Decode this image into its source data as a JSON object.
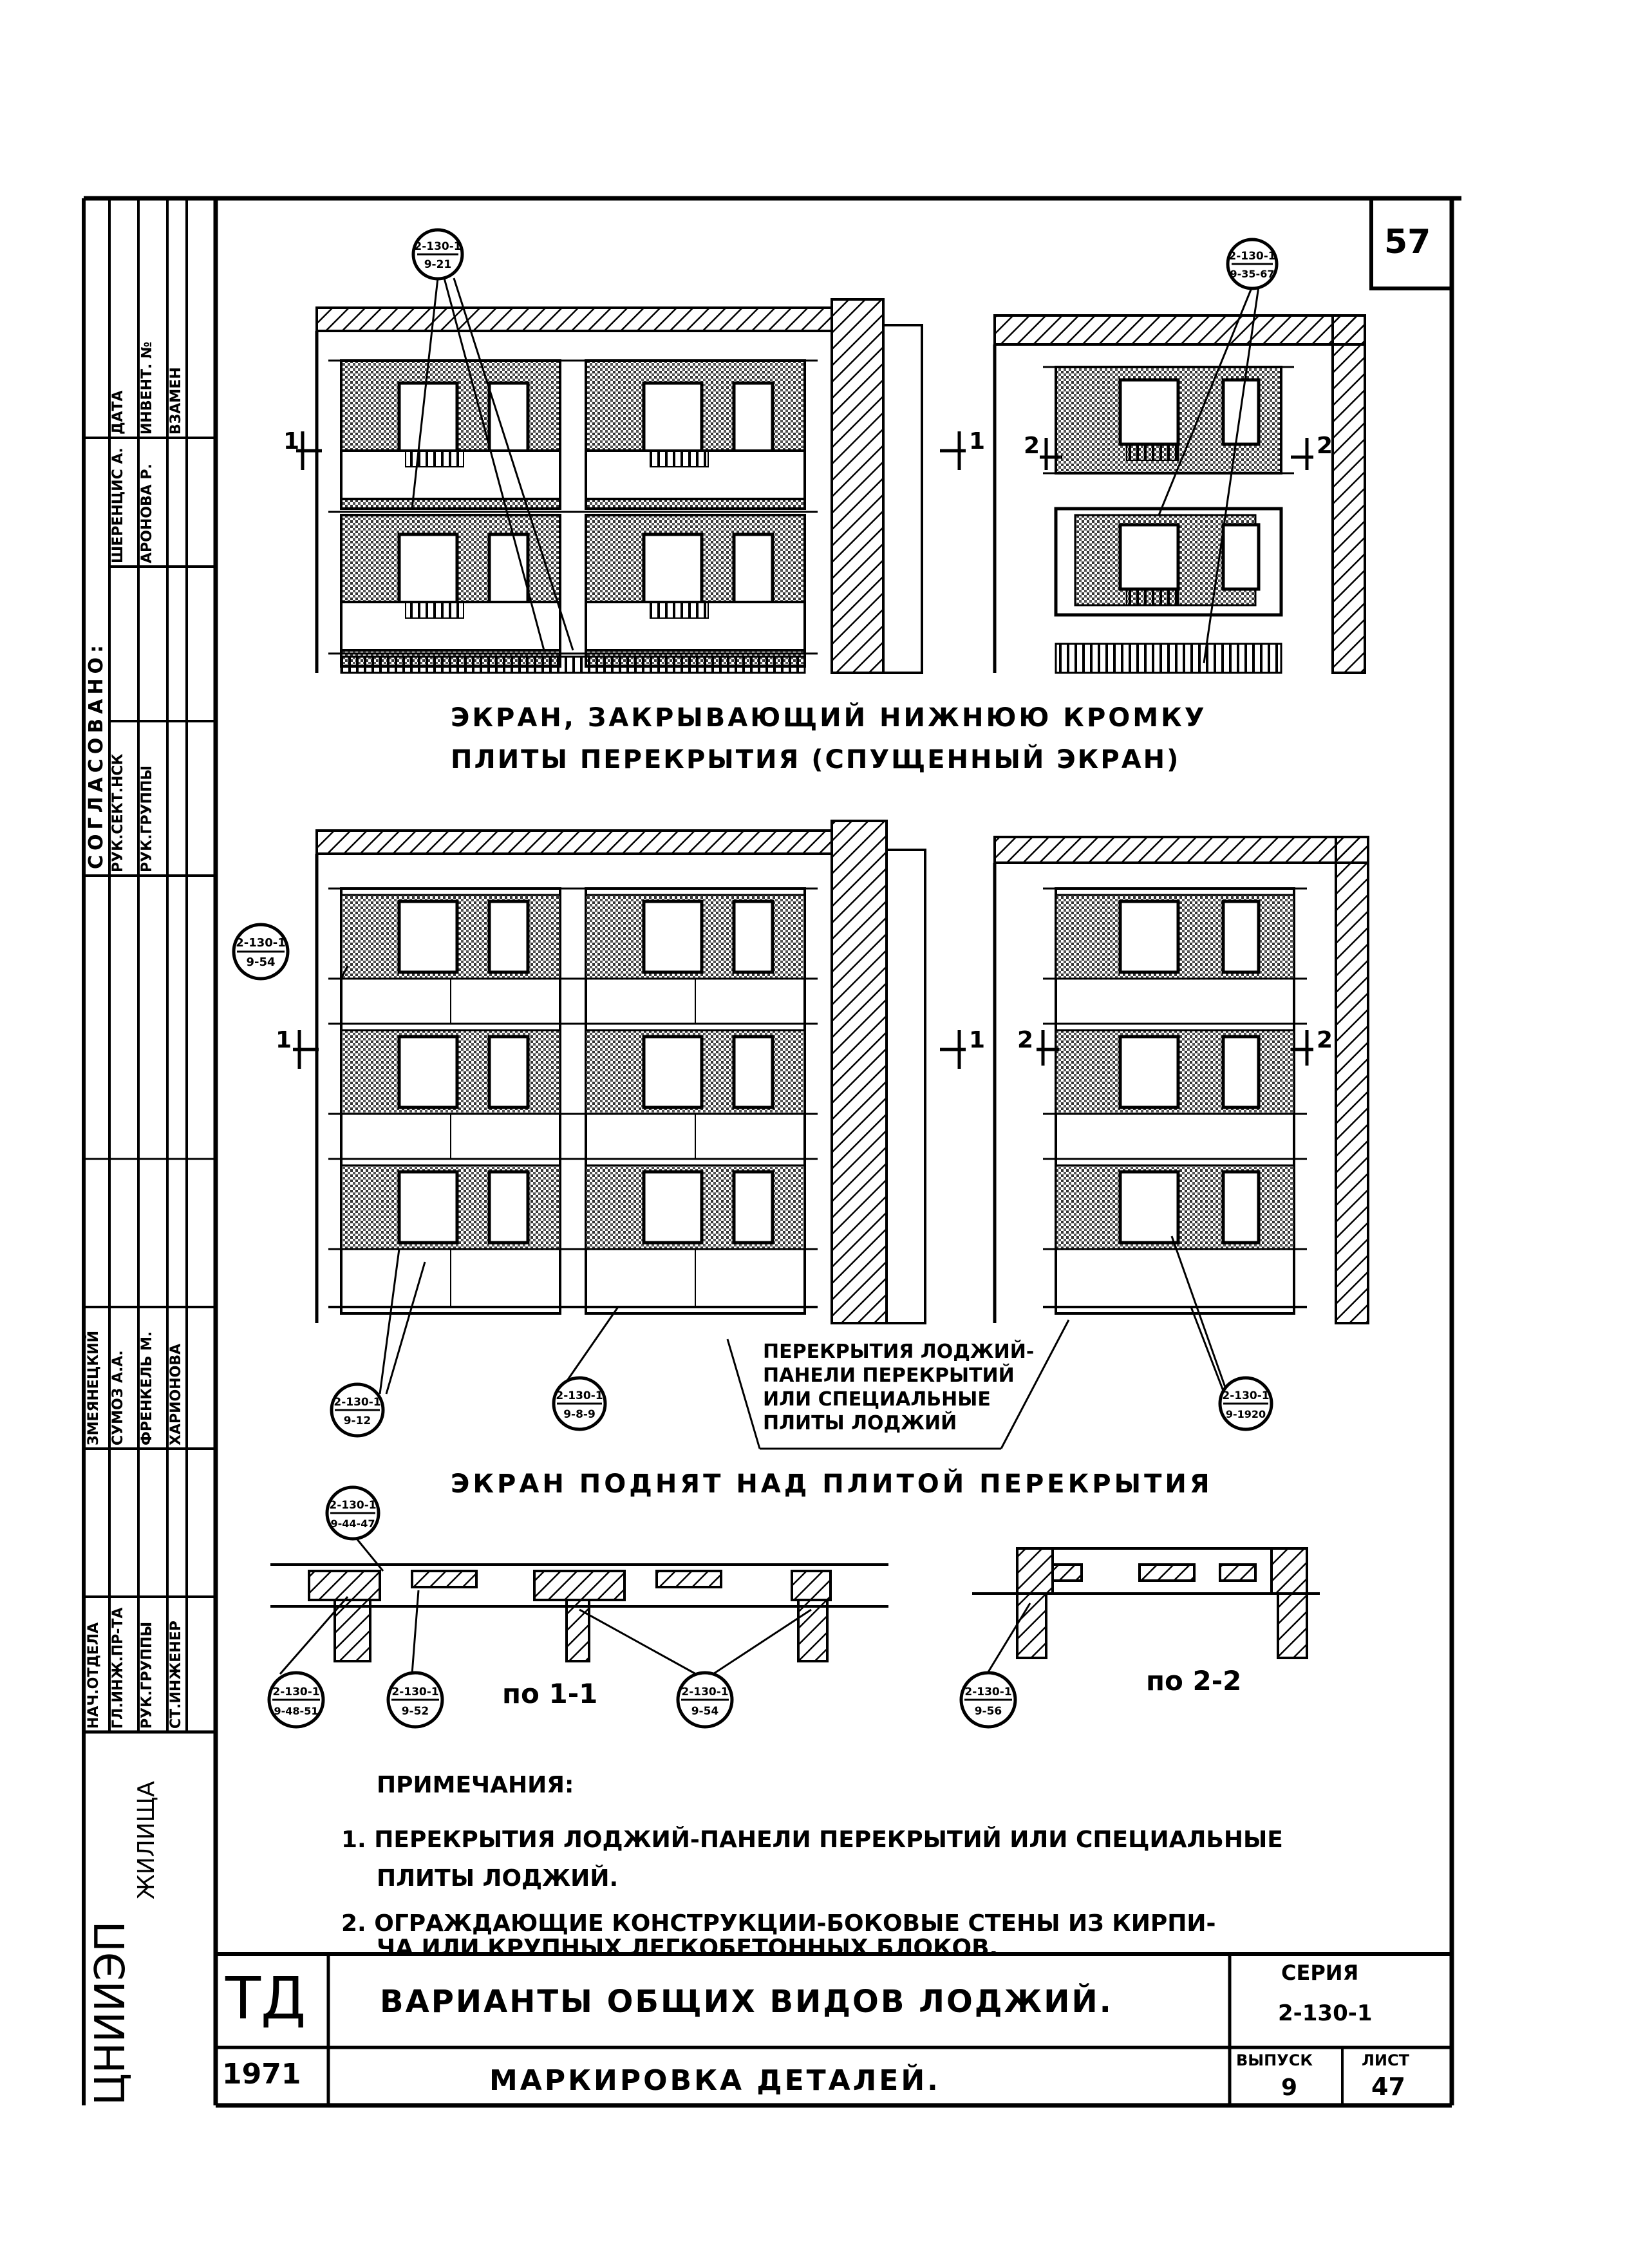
{
  "sheet_number": "57",
  "tags": {
    "top_left": [
      "2-130-1",
      "9-21"
    ],
    "top_right": [
      "2-130-1",
      "9-35-67"
    ],
    "mid_left": [
      "2-130-1",
      "9-54"
    ],
    "bottom_a": [
      "2-130-1",
      "9-12"
    ],
    "bottom_b": [
      "2-130-1",
      "9-8-9"
    ],
    "bottom_c": [
      "2-130-1",
      "9-1920"
    ],
    "plan_top": [
      "2-130-1",
      "9-44-47"
    ],
    "plan_a": [
      "2-130-1",
      "9-48-51"
    ],
    "plan_b": [
      "2-130-1",
      "9-52"
    ],
    "plan_c": [
      "2-130-1",
      "9-54"
    ],
    "plan_d": [
      "2-130-1",
      "9-56"
    ]
  },
  "section_marks": {
    "one": "1",
    "two": "2"
  },
  "captions": {
    "top_line1": "Экран, закрывающий нижнюю кромку",
    "top_line2": "плиты перекрытия (спущенный экран)",
    "middle": "Экран поднят над плитой перекрытия",
    "callout_l1": "Перекрытия лоджий-",
    "callout_l2": "панели перекрытий",
    "callout_l3": "или специальные",
    "callout_l4": "плиты лоджий",
    "section_1": "по 1-1",
    "section_2": "по 2-2"
  },
  "notes": {
    "heading": "Примечания:",
    "n1_line1": "1. Перекрытия лоджий-панели перекрытий или специальные",
    "n1_line2": "плиты лоджий.",
    "n2_line1": "2. Ограждающие конструкции-боковые стены из кирпи-",
    "n2_line2": "ча или крупных легкобетонных блоков."
  },
  "side_stamp": {
    "agreed": "Согласовано:",
    "r1": [
      "Рук.сект.нск",
      "Шеренцис А.",
      "Дата"
    ],
    "r2": [
      "Рук.группы",
      "Аронова Р.",
      "Инвент. №"
    ],
    "r3": [
      "",
      "",
      "Взамен"
    ],
    "p1": [
      "Нач.отдела",
      "Змеянецкий"
    ],
    "p2": [
      "Гл.инж.пр-та",
      "Сумоз А.А."
    ],
    "p3": [
      "Рук.группы",
      "Френкель М."
    ],
    "p4": [
      "Ст.инженер",
      "Харионова"
    ],
    "org_main": "ЦНИИЭП",
    "org_sub": "жилища"
  },
  "title_block": {
    "type": "ТД",
    "year": "1971",
    "title": "Варианты общих видов лоджий.",
    "subtitle": "Маркировка деталей.",
    "series_label": "Серия",
    "series_value": "2-130-1",
    "issue_label": "Выпуск",
    "issue_value": "9",
    "sheet_label": "Лист",
    "sheet_value": "47"
  }
}
